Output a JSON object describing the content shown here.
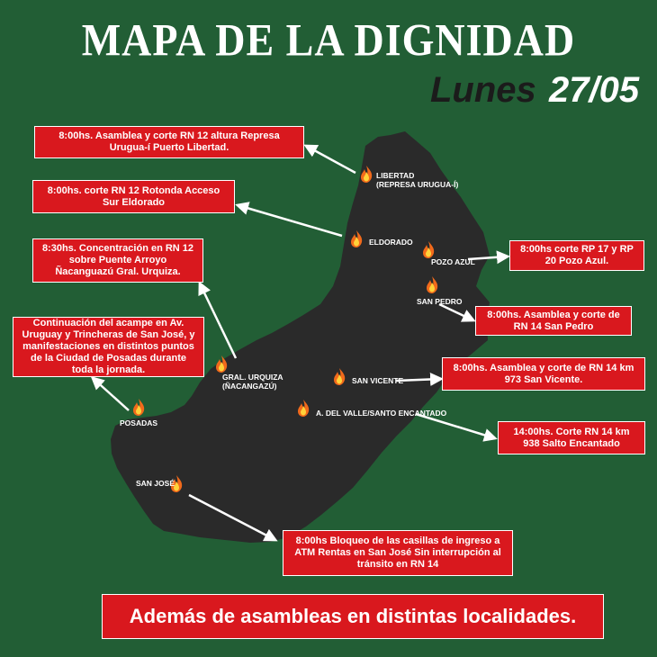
{
  "header": {
    "title": "MAPA DE LA DIGNIDAD",
    "day": "Lunes",
    "date": "27/05"
  },
  "colors": {
    "background": "#225e35",
    "map_fill": "#2a2a2a",
    "callout": "#d9181e",
    "text": "#ffffff"
  },
  "places": {
    "libertad": "LIBERTAD",
    "libertad_sub": "(REPRESA URUGUA-Í)",
    "eldorado": "ELDORADO",
    "pozo_azul": "POZO AZUL",
    "san_pedro": "SAN PEDRO",
    "urquiza": "GRAL. URQUIZA",
    "urquiza_sub": "(ÑACANGAZÚ)",
    "posadas": "POSADAS",
    "san_vicente": "SAN VICENTE",
    "del_valle": "A. DEL VALLE/SANTO ENCANTADO",
    "san_jose": "SAN JOSÉ"
  },
  "callouts": {
    "libertad": "8:00hs. Asamblea y corte RN 12 altura Represa Urugua-í Puerto Libertad.",
    "eldorado": "8:00hs. corte RN 12 Rotonda Acceso Sur Eldorado",
    "urquiza": "8:30hs. Concentración en RN 12 sobre Puente Arroyo Ñacanguazú Gral. Urquiza.",
    "posadas": "Continuación del acampe en Av. Uruguay y Trincheras de San José, y manifestaciones en distintos puntos de la Ciudad de Posadas durante toda la jornada.",
    "pozo_azul": "8:00hs corte RP 17 y RP 20 Pozo Azul.",
    "san_pedro": "8:00hs. Asamblea y corte de RN 14 San Pedro",
    "san_vicente": "8:00hs. Asamblea y corte de RN 14 km 973 San Vicente.",
    "salto": "14:00hs.  Corte RN 14 km 938 Salto Encantado",
    "san_jose": "8:00hs Bloqueo de las casillas de ingreso a ATM Rentas en San José Sin interrupción al tránsito en RN 14"
  },
  "footer": "Además de asambleas en distintas localidades."
}
